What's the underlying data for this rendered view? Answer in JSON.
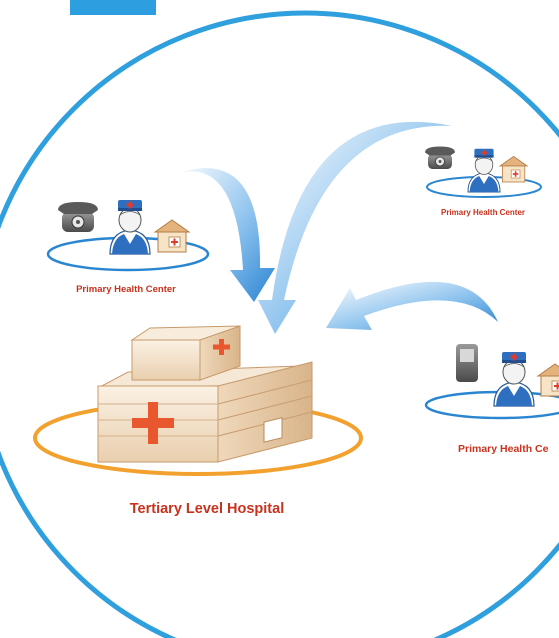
{
  "labels": {
    "phc_left": "Primary Health Center",
    "phc_top_right": "Primary Health Center",
    "phc_right": "Primary Health Ce",
    "hospital": "Tertiary Level Hospital"
  },
  "icons": {
    "phc_left": [
      "telephone-icon",
      "nurse-icon",
      "clinic-house-icon"
    ],
    "phc_top_right": [
      "telephone-icon",
      "nurse-icon",
      "clinic-house-icon"
    ],
    "phc_right": [
      "mobile-phone-icon",
      "nurse-icon",
      "clinic-house-icon"
    ],
    "hospital": "hospital-building-icon"
  },
  "colors": {
    "circle": "#2f9fdd",
    "corner_tab": "#2d9ee0",
    "arrow": "#3c8fd6",
    "phc_ring": "#2a86d0",
    "hospital_ring": "#f2a12e",
    "label_red": "#c8321e",
    "cross": "#e9572e"
  }
}
